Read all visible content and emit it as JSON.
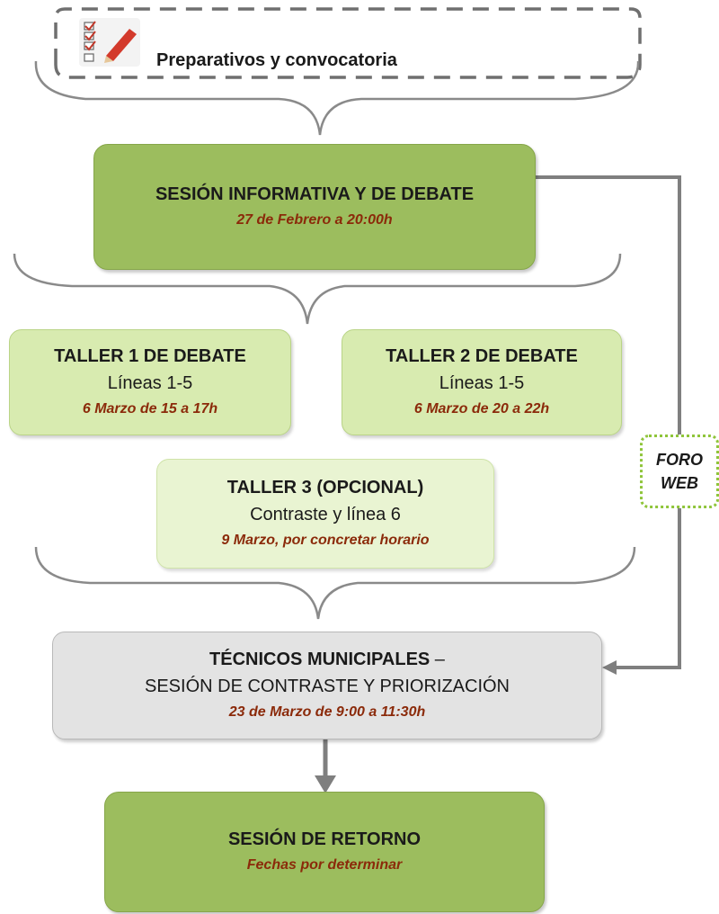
{
  "preparation": {
    "title": "Preparativos y convocatoria",
    "icon": "checklist-icon"
  },
  "session_info": {
    "title": "SESIÓN INFORMATIVA Y DE DEBATE",
    "date": "27 de Febrero a 20:00h"
  },
  "taller1": {
    "title": "TALLER 1 DE DEBATE",
    "subtitle": "Líneas 1-5",
    "date": "6 Marzo de 15 a 17h"
  },
  "taller2": {
    "title": "TALLER 2 DE DEBATE",
    "subtitle": "Líneas 1-5",
    "date": "6 Marzo de 20 a 22h"
  },
  "taller3": {
    "title": "TALLER 3 (OPCIONAL)",
    "subtitle": "Contraste y línea 6",
    "date": "9 Marzo, por concretar horario"
  },
  "tecnicos": {
    "title": "TÉCNICOS MUNICIPALES",
    "title_suffix": " –",
    "subtitle": "SESIÓN DE CONTRASTE Y PRIORIZACIÓN",
    "date": "23 de Marzo de 9:00 a 11:30h"
  },
  "retorno": {
    "title": "SESIÓN DE RETORNO",
    "date": "Fechas por determinar"
  },
  "foro": {
    "line1": "FORO",
    "line2": "WEB"
  },
  "colors": {
    "dark_green": "#9cbd5e",
    "light_green": "#d8ebb0",
    "lighter_green": "#e9f4d2",
    "grey_box": "#e3e3e3",
    "date_text": "#8b2a0a",
    "connector": "#7f7f7f",
    "foro_border": "#8fc53a"
  }
}
